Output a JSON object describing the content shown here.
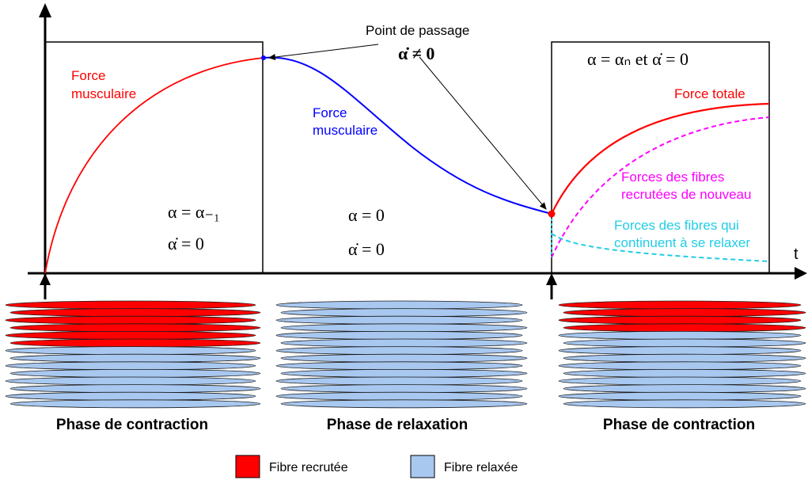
{
  "colors": {
    "red": "#ff0000",
    "blue": "#0000ff",
    "magenta": "#ff00ff",
    "cyan": "#22cce6",
    "fiber_recruited": "#ff0000",
    "fiber_relaxed": "#a8c8f0"
  },
  "graph": {
    "axis_t": "t",
    "transition_label": "Point de passage",
    "transition_math": "α̇ ≠ 0",
    "left": {
      "curve_label_1": "Force",
      "curve_label_2": "musculaire",
      "math_1": "α = α₋₁",
      "math_2": "α̇ = 0"
    },
    "middle": {
      "curve_label_1": "Force",
      "curve_label_2": "musculaire",
      "math_1": "α = 0",
      "math_2": "α̇ = 0"
    },
    "right": {
      "header_math": "α = αₙ  et α̇ = 0",
      "total_label": "Force totale",
      "recruited_label_1": "Forces des fibres",
      "recruited_label_2": "recrutées de nouveau",
      "relaxing_label_1": "Forces des fibres qui",
      "relaxing_label_2": "continuent à se relaxer"
    }
  },
  "phases": [
    {
      "label": "Phase de contraction"
    },
    {
      "label": "Phase de relaxation"
    },
    {
      "label": "Phase de contraction"
    }
  ],
  "legend": {
    "recruited": "Fibre recrutée",
    "relaxed": "Fibre relaxée"
  }
}
